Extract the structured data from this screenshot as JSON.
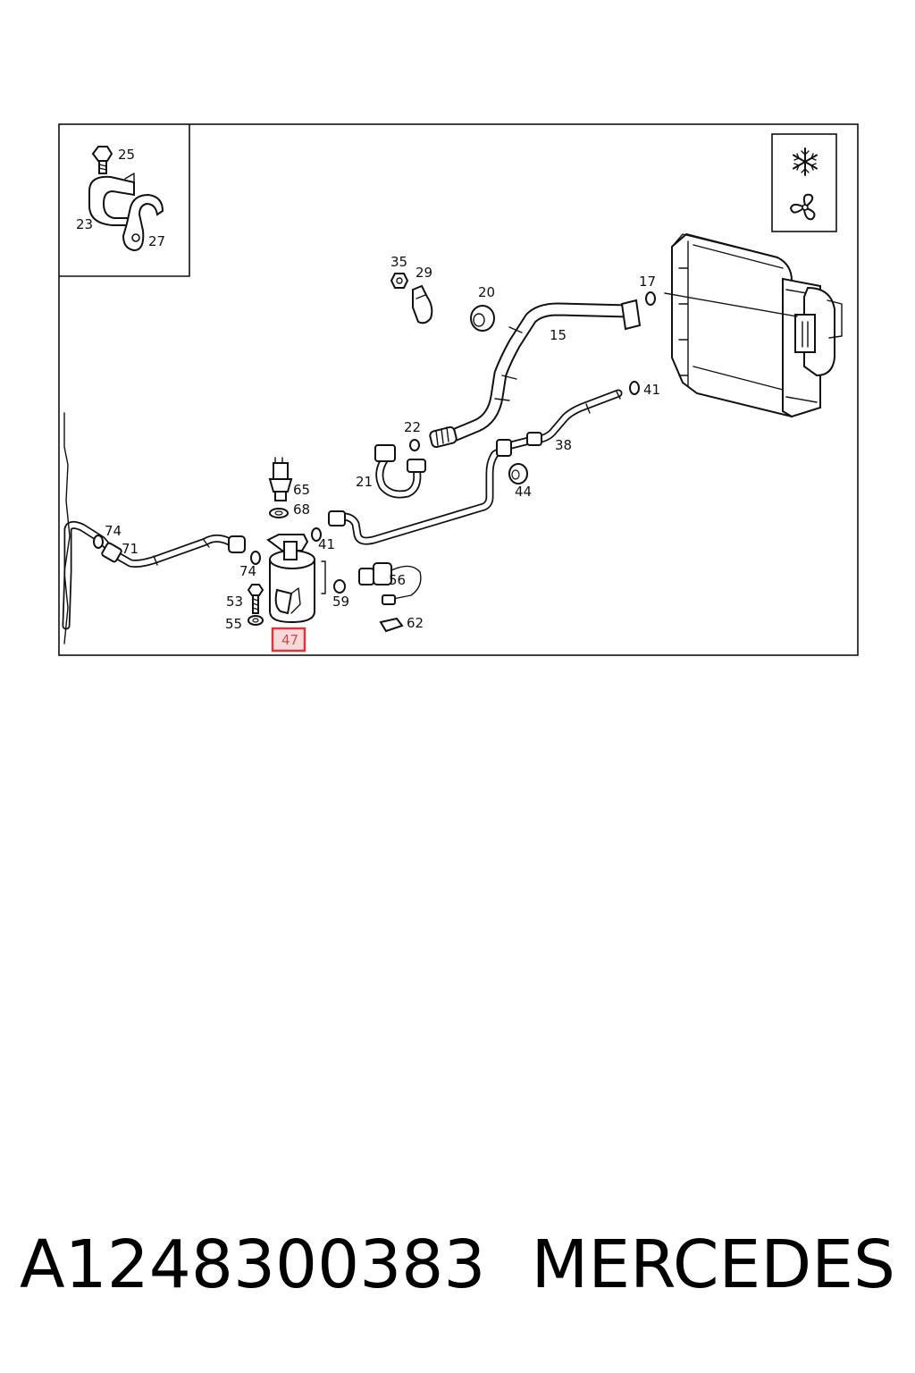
{
  "callouts": {
    "c25": "25",
    "c23": "23",
    "c27": "27",
    "c35": "35",
    "c29": "29",
    "c20": "20",
    "c17": "17",
    "c15": "15",
    "c41a": "41",
    "c22": "22",
    "c38": "38",
    "c21": "21",
    "c44": "44",
    "c65": "65",
    "c68": "68",
    "c74a": "74",
    "c71": "71",
    "c41b": "41",
    "c74b": "74",
    "c53": "53",
    "c55": "55",
    "c59": "59",
    "c56": "56",
    "c62": "62",
    "c47": "47"
  },
  "highlighted_callout": "47",
  "highlight_color": "#d9363e",
  "icons": [
    "snowflake-icon",
    "fan-icon"
  ],
  "footer": {
    "part_number": "A1248300383",
    "brand": "MERCEDES"
  }
}
